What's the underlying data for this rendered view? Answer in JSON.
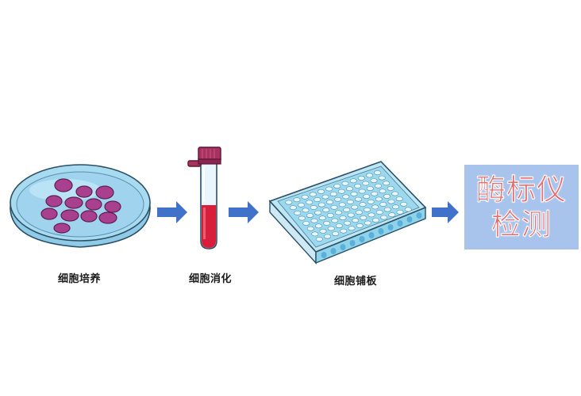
{
  "steps": [
    {
      "label": "细胞培养",
      "icon": "petri-dish-icon"
    },
    {
      "label": "细胞消化",
      "icon": "test-tube-icon"
    },
    {
      "label": "细胞铺板",
      "icon": "well-plate-icon"
    }
  ],
  "final_step": {
    "line1": "酶标仪",
    "line2": "检测"
  },
  "colors": {
    "arrow": "#3f72c8",
    "dish": "#9fd3ee",
    "cells": "#a8408f",
    "tube_cap": "#a8325f",
    "tube_liquid": "#d81e3a",
    "plate": "#8fd3ea",
    "reader_box": "#a9c4ec",
    "reader_text": "#e56a6a"
  }
}
